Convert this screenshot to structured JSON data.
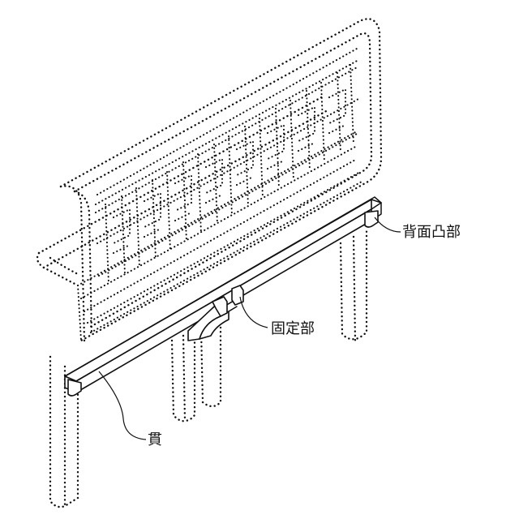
{
  "labels": {
    "back_protrusion": "背面凸部",
    "fixing_part": "固定部",
    "rail": "貫"
  },
  "colors": {
    "ink": "#111111",
    "paper": "#ffffff"
  }
}
